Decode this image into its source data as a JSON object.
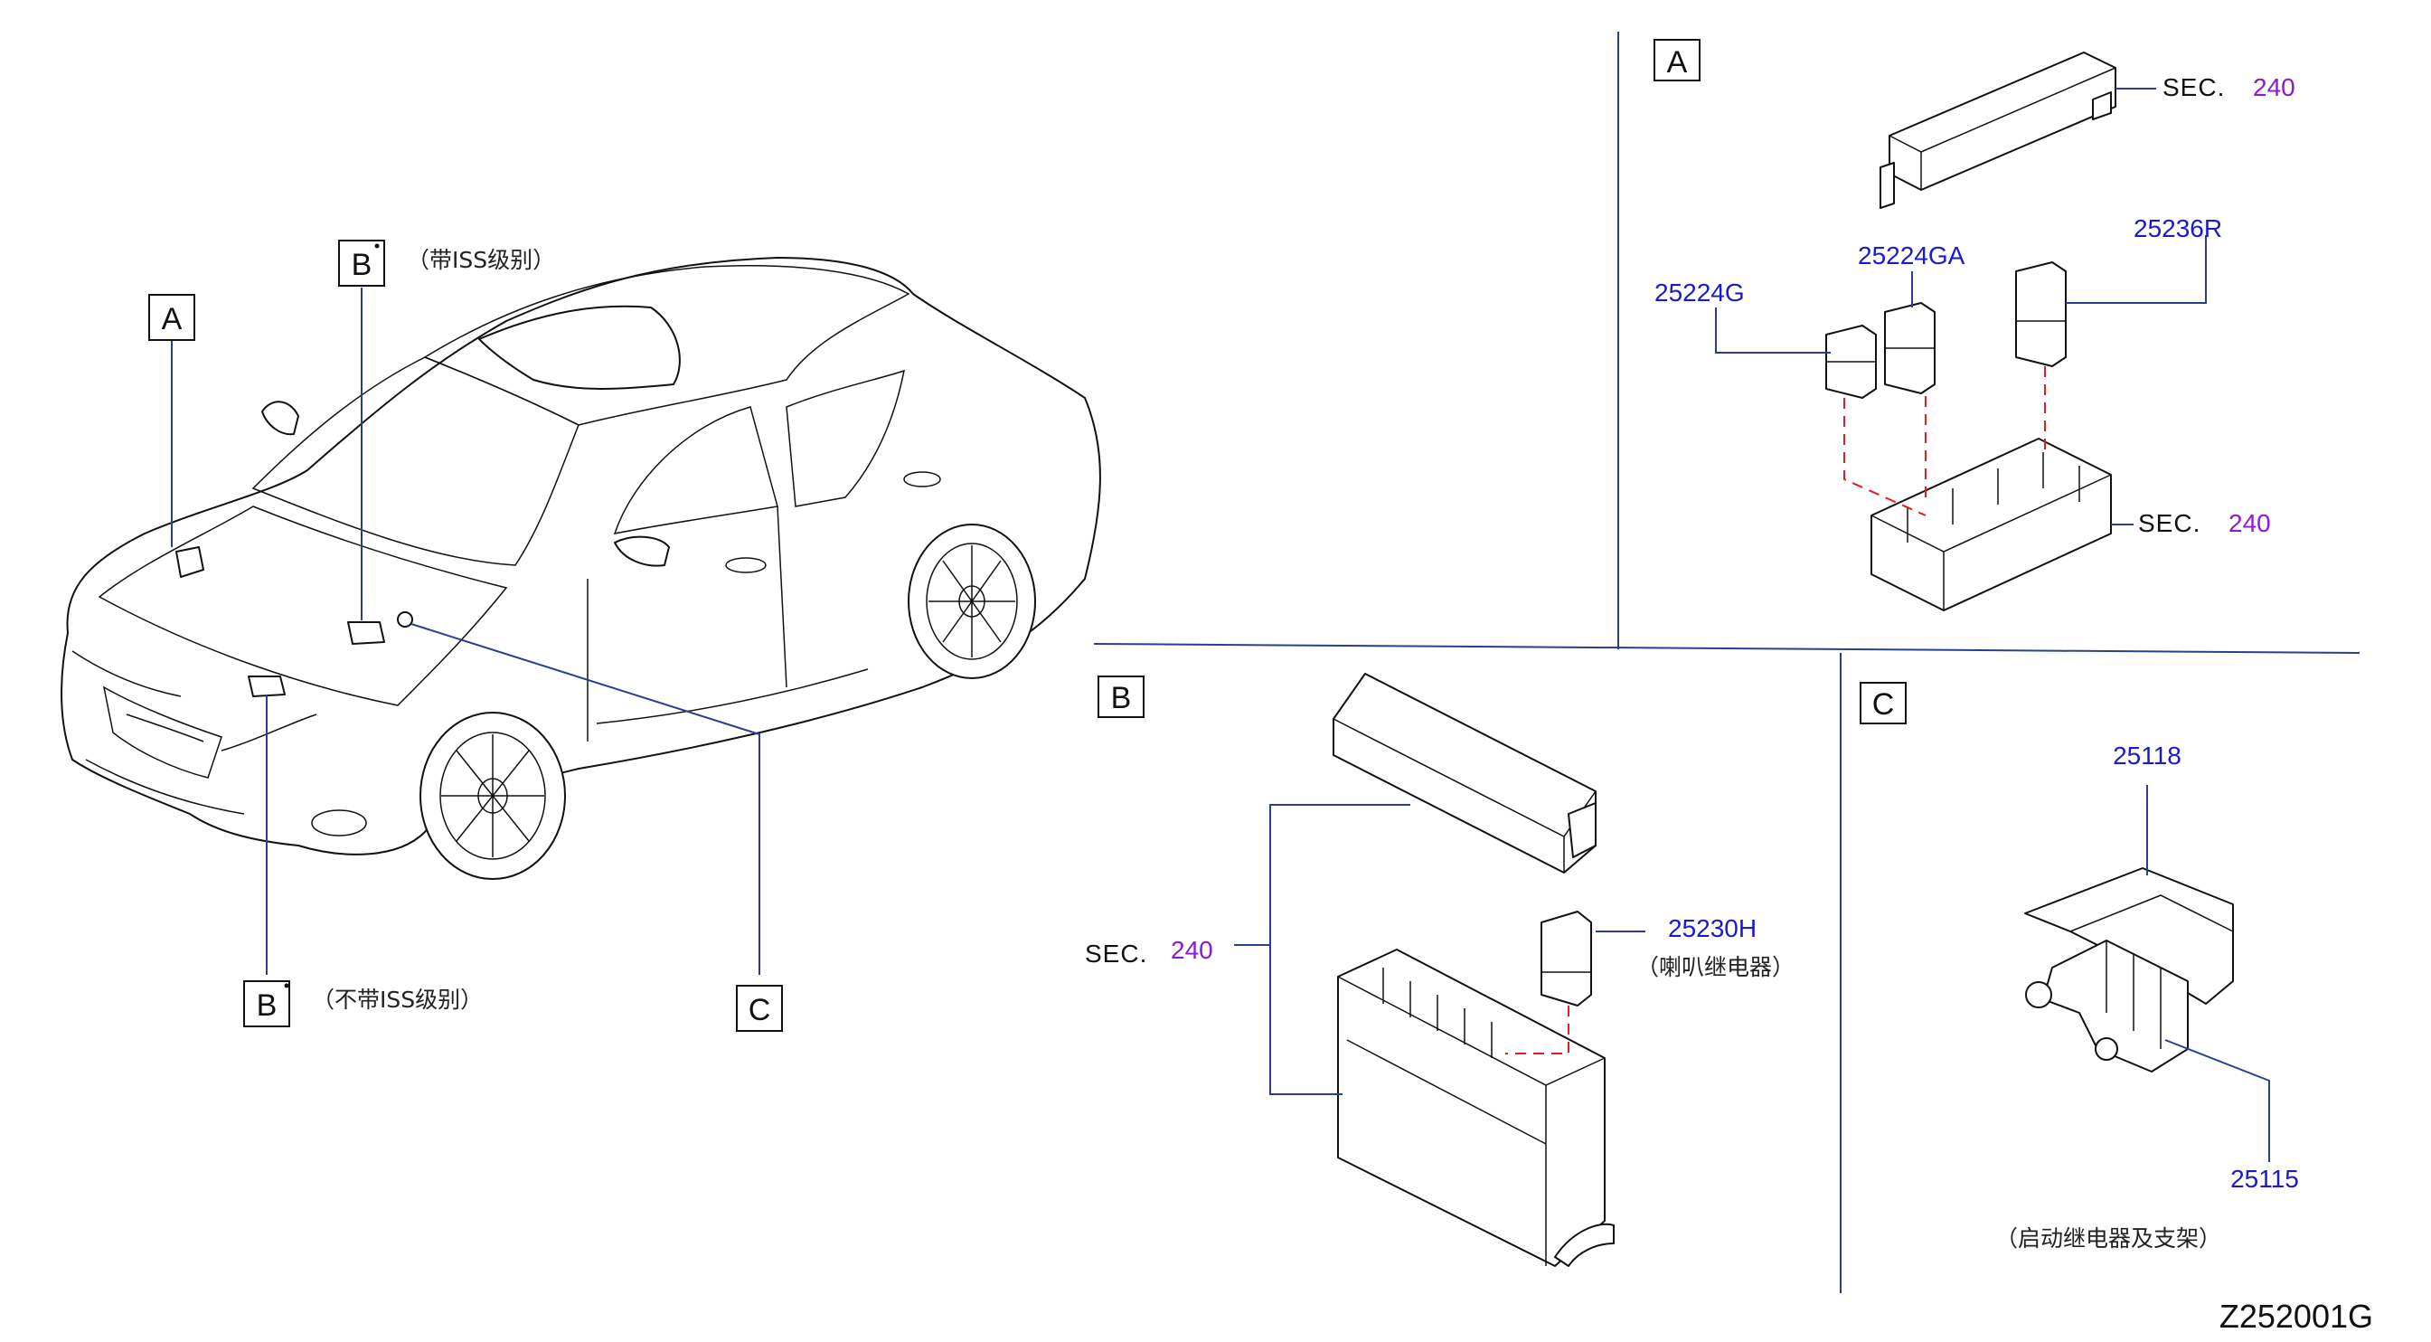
{
  "diagram_code": "Z252001G",
  "car_view": {
    "callouts": [
      {
        "id": "A",
        "label": "A",
        "note": ""
      },
      {
        "id": "B_top",
        "label": "B",
        "note": "（带ISS级别）"
      },
      {
        "id": "B_bottom",
        "label": "B",
        "note": "（不带ISS级别）"
      },
      {
        "id": "C",
        "label": "C",
        "note": ""
      }
    ]
  },
  "panel_a": {
    "label": "A",
    "sec_top": {
      "text": "SEC.",
      "num": "240"
    },
    "sec_bottom": {
      "text": "SEC.",
      "num": "240"
    },
    "parts": [
      "25224G",
      "25224GA",
      "25236R"
    ]
  },
  "panel_b": {
    "label": "B",
    "sec": {
      "text": "SEC.",
      "num": "240"
    },
    "part": "25230H",
    "part_note": "（喇叭继电器）"
  },
  "panel_c": {
    "label": "C",
    "parts": [
      "25118",
      "25115"
    ],
    "note": "（启动继电器及支架）"
  },
  "colors": {
    "part_number": "#1a1acc",
    "section_number": "#8a1ad6",
    "leader": "#2a3f8f",
    "assembly_dash": "#e02020"
  }
}
